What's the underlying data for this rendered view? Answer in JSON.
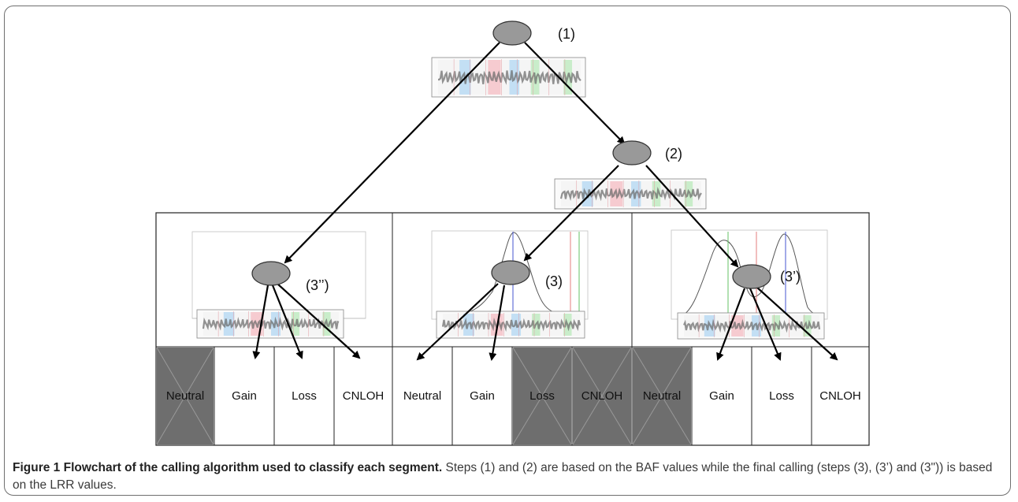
{
  "figure": {
    "step_labels": {
      "step1": "(1)",
      "step2": "(2)",
      "step3": "(3)",
      "step3_prime": "(3’)",
      "step3_double_prime": "(3’’)"
    },
    "outcomes": {
      "left": [
        {
          "label": "Neutral",
          "excluded": true
        },
        {
          "label": "Gain",
          "excluded": false
        },
        {
          "label": "Loss",
          "excluded": false
        },
        {
          "label": "CNLOH",
          "excluded": false
        }
      ],
      "middle": [
        {
          "label": "Neutral",
          "excluded": false
        },
        {
          "label": "Gain",
          "excluded": false
        },
        {
          "label": "Loss",
          "excluded": true
        },
        {
          "label": "CNLOH",
          "excluded": true
        }
      ],
      "right": [
        {
          "label": "Neutral",
          "excluded": true
        },
        {
          "label": "Gain",
          "excluded": false
        },
        {
          "label": "Loss",
          "excluded": false
        },
        {
          "label": "CNLOH",
          "excluded": false
        }
      ]
    },
    "colors": {
      "node_fill": "#999999",
      "excluded_fill": "#6e6e6e",
      "arrow": "#000000"
    }
  },
  "caption": {
    "title": "Figure 1 Flowchart of the calling algorithm used to classify each segment.",
    "text": " Steps (1) and (2) are based on the BAF values while the final calling (steps (3), (3’) and (3\")) is based on the LRR values."
  }
}
